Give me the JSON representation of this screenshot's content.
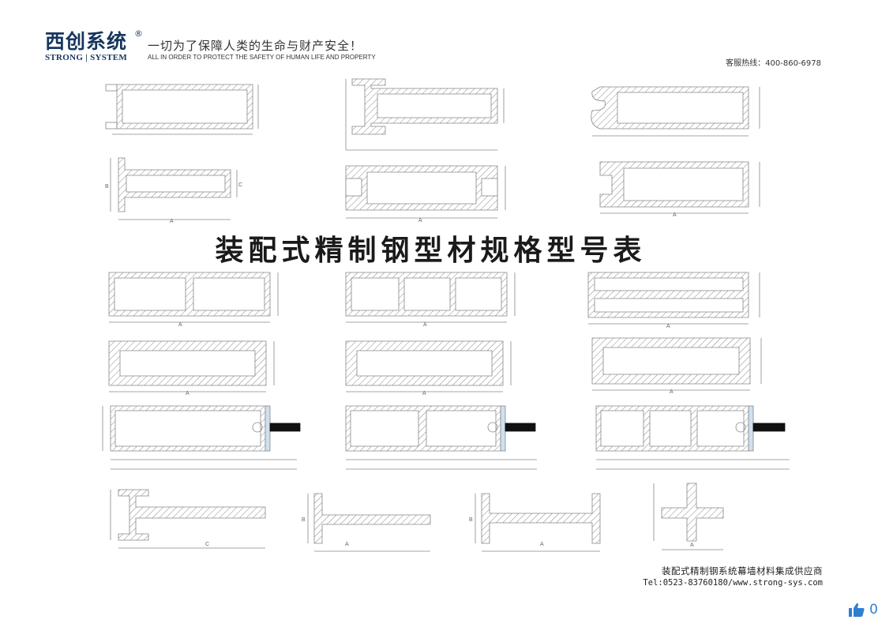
{
  "logo": {
    "cn": "西创系统",
    "reg": "®",
    "en": "STRONG | SYSTEM"
  },
  "slogan": {
    "cn": "一切为了保障人类的生命与财产安全！",
    "en": "ALL IN ORDER TO PROTECT THE SAFETY OF HUMAN LIFE AND PROPERTY"
  },
  "hotline": "客服热线：400-860-6978",
  "title": "装配式精制钢型材规格型号表",
  "footer": {
    "line1": "装配式精制钢系统幕墙材料集成供应商",
    "line2": "Tel:0523-83760180/www.strong-sys.com"
  },
  "like": {
    "count": "0",
    "icon": "thumbs-up-icon",
    "color": "#2f7fd1"
  },
  "dim_labels": {
    "a": "A",
    "b": "B",
    "c": "C"
  }
}
